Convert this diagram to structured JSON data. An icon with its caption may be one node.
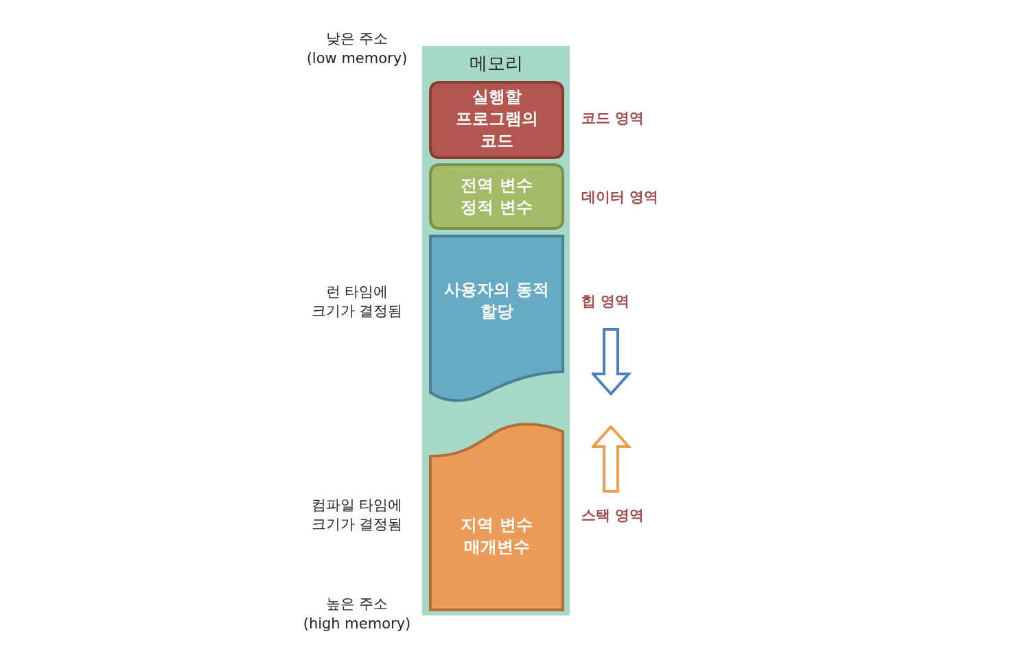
{
  "diagram": {
    "nodes": [
      {
        "text": [
          "메모리"
        ]
      },
      {
        "text": [
          "실행할 프로그램의 코드"
        ],
        "in": 0,
        "beside": [
          "코드 영역"
        ]
      },
      {
        "text": [
          "전역 변수 정적 변수"
        ],
        "in": 0,
        "beside": [
          "데이터 영역"
        ]
      },
      {
        "text": [
          "사용자의 동적 할당"
        ],
        "in": 0,
        "beside": [
          "힙 영역"
        ]
      },
      {
        "text": [
          "지역 변수 매개변수"
        ],
        "in": 0,
        "beside": [
          "스택 영역"
        ]
      }
    ],
    "labels": [
      "낮은 주소",
      "(low memory)",
      "런 타임에 크기가 결정됨",
      "컴파일 타임에 크기가 결정됨",
      "높은 주소",
      "(high memory)"
    ]
  }
}
